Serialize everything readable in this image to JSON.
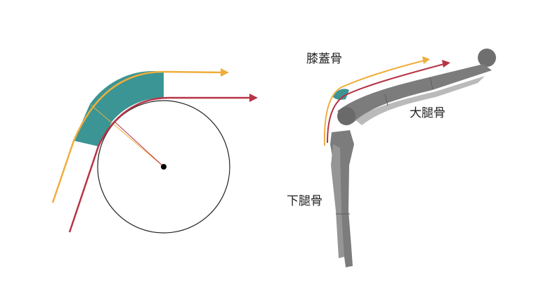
{
  "labels": {
    "patella": "膝蓋骨",
    "femur": "大腿骨",
    "tibia": "下腿骨"
  },
  "colors": {
    "orange_path": "#eeae3d",
    "red_path": "#b73445",
    "teal_region": "#3a9594",
    "bone_gray": "#7c7c7c",
    "circle_stroke": "#222222"
  }
}
